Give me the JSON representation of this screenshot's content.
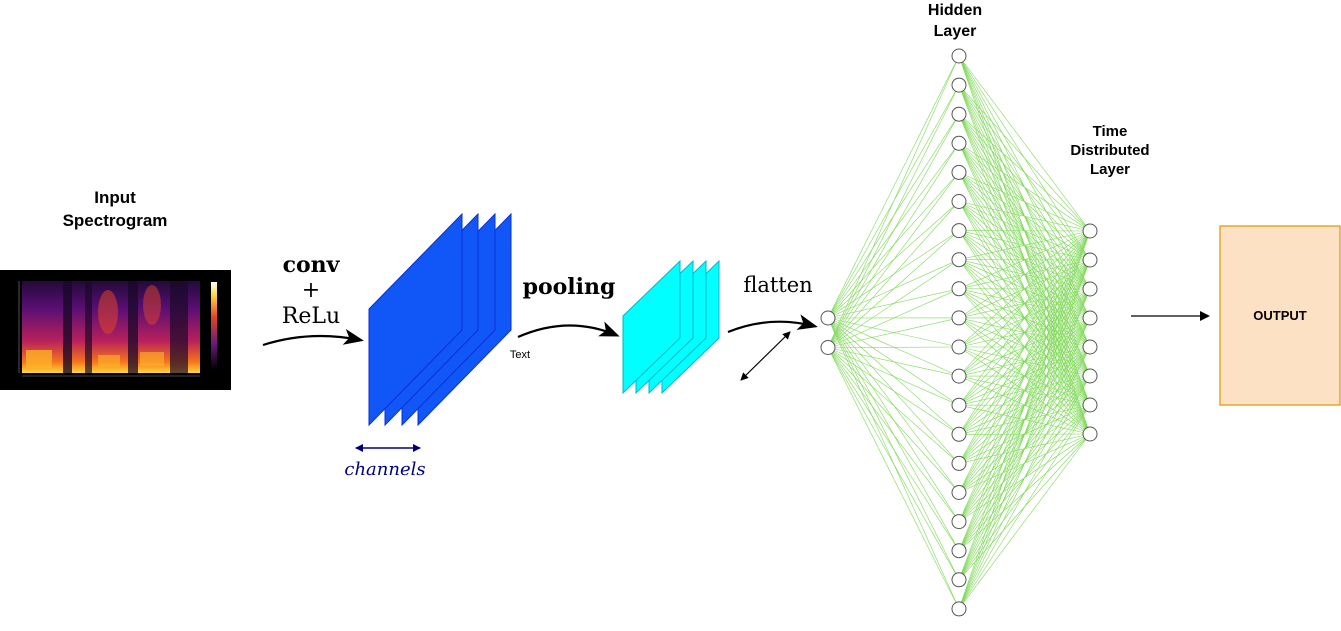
{
  "input_title": {
    "line1": "Input",
    "line2": "Spectrogram"
  },
  "conv_label": {
    "line1": "conv",
    "line2": "+",
    "line3": "ReLu"
  },
  "channels_label": "channels",
  "pooling_label": "pooling",
  "text_label": "Text",
  "flatten_label": "flatten",
  "hidden_label": {
    "line1": "Hidden",
    "line2": "Layer"
  },
  "time_label": {
    "line1": "Time",
    "line2": "Distributed",
    "line3": "Layer"
  },
  "output_label": "OUTPUT",
  "network": {
    "flatten_nodes": 2,
    "hidden_nodes": 20,
    "time_nodes": 8
  },
  "colors": {
    "conv_fill": "#1157f7",
    "conv_stroke": "#0b2fd6",
    "pool_fill": "#00ffff",
    "pool_stroke": "#00b5c9",
    "edge": "#7ed957",
    "output_fill": "#fce1c4",
    "output_stroke": "#d79b00",
    "channels": "#00007f"
  }
}
